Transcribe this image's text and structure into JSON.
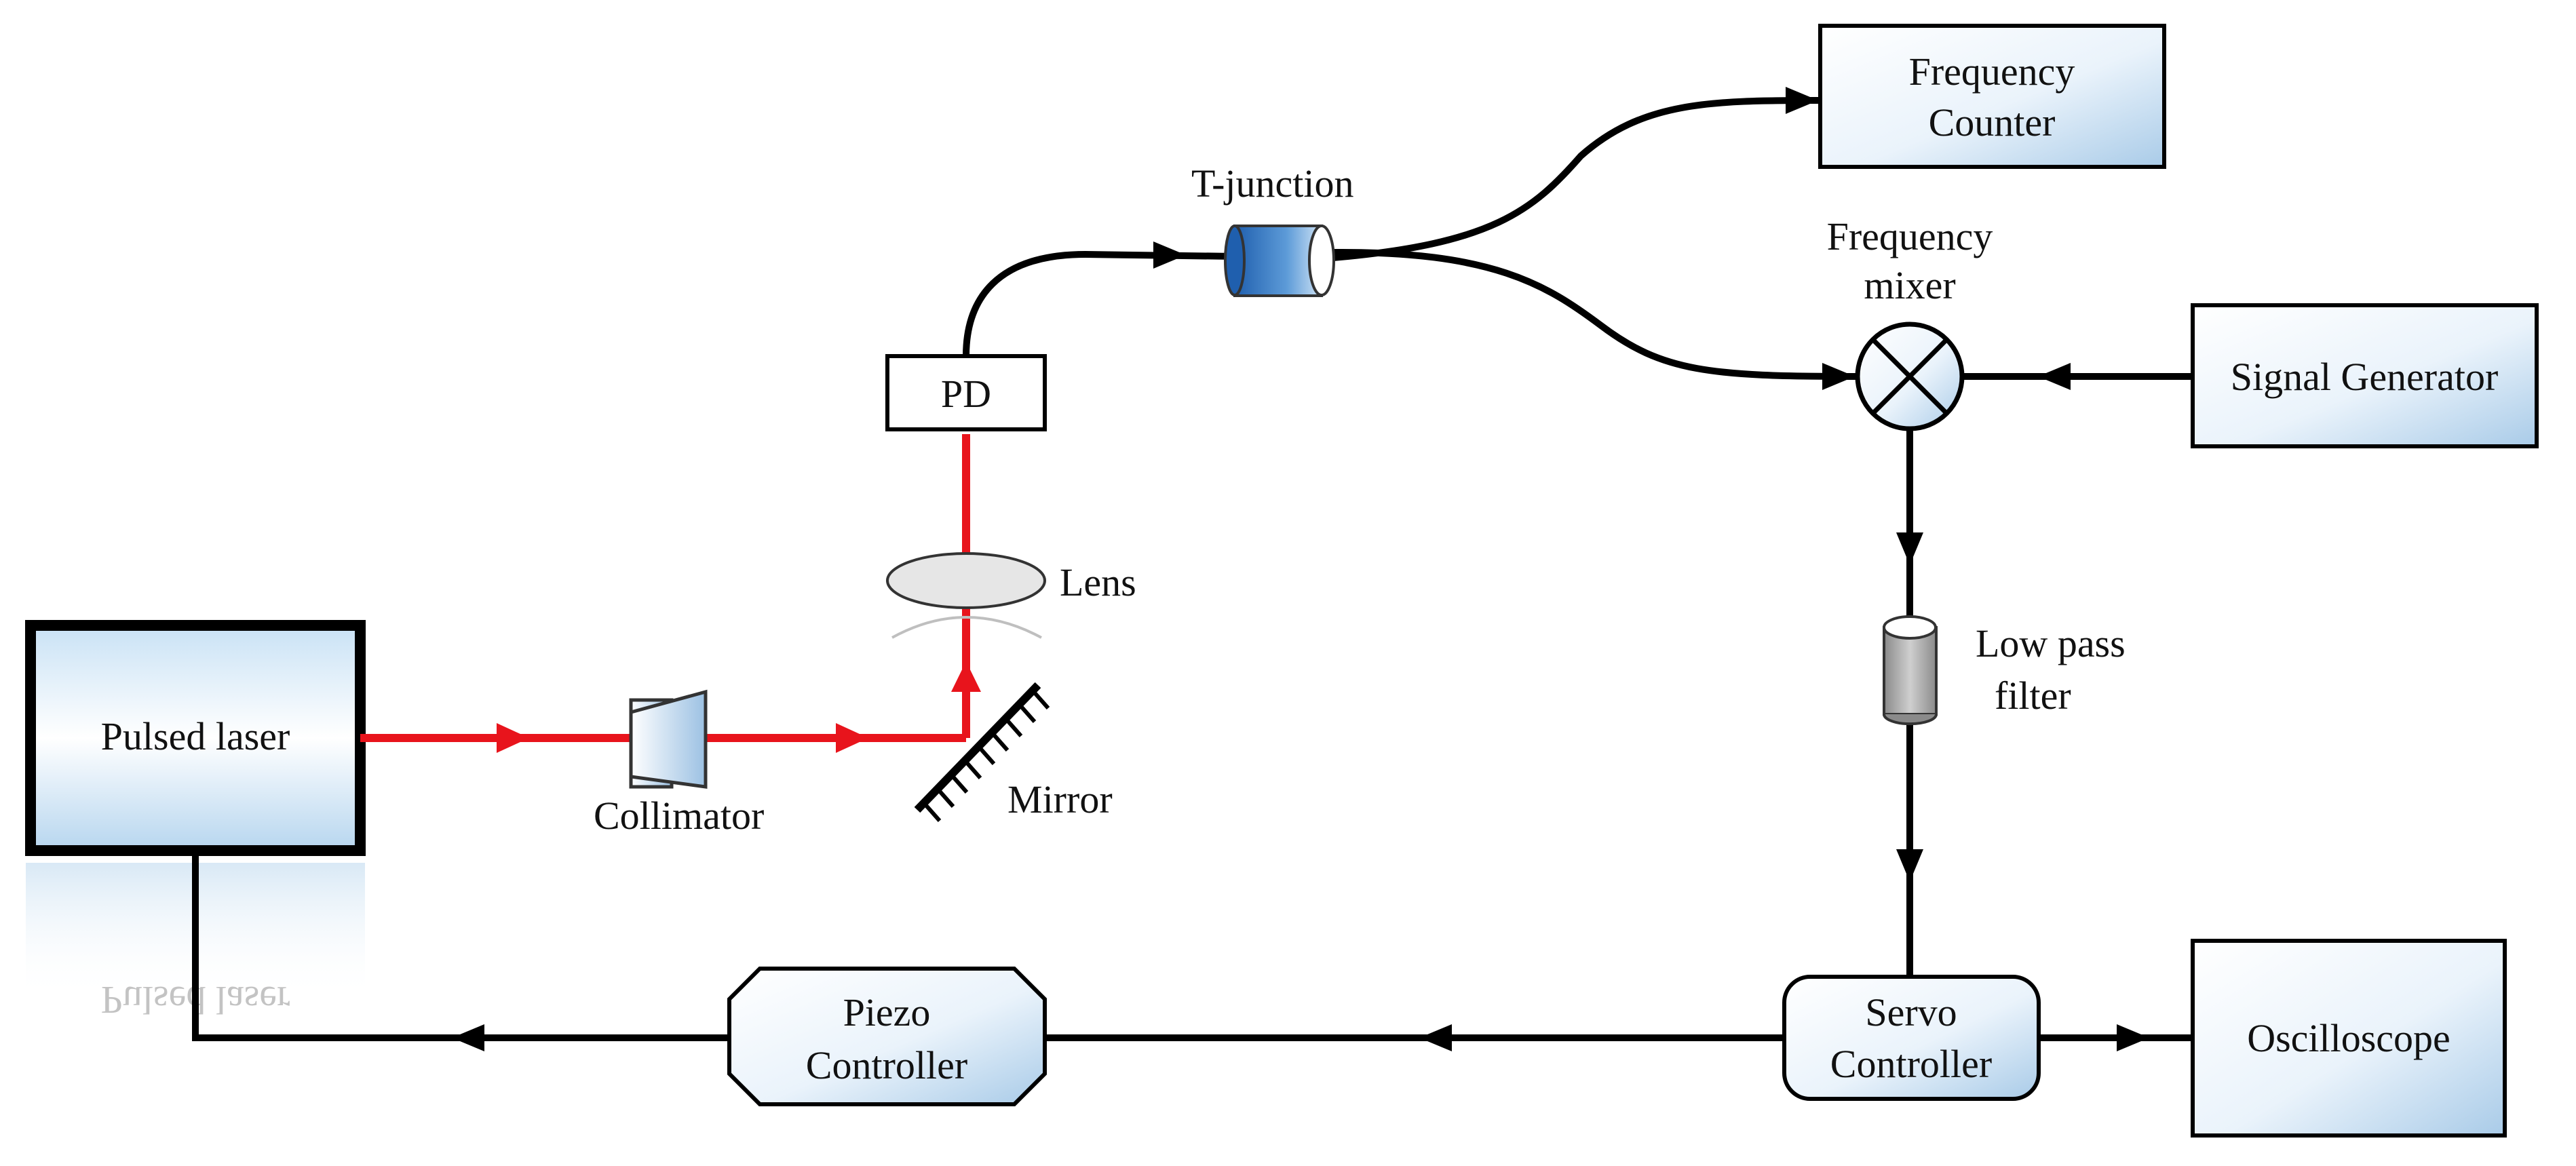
{
  "components": {
    "pulsed_laser": "Pulsed laser",
    "pulsed_laser_reflection": "Pulsed laser",
    "collimator": "Collimator",
    "mirror": "Mirror",
    "lens": "Lens",
    "pd": "PD",
    "t_junction": "T-junction",
    "frequency_counter": [
      "Frequency",
      "Counter"
    ],
    "frequency_mixer": [
      "Frequency",
      "mixer"
    ],
    "signal_generator": "Signal Generator",
    "low_pass_filter": [
      "Low pass",
      "filter"
    ],
    "servo_controller": [
      "Servo",
      "Controller"
    ],
    "oscilloscope": "Oscilloscope",
    "piezo_controller": [
      "Piezo",
      "Controller"
    ]
  },
  "colors": {
    "beam": "#e8141c",
    "wire": "#000000",
    "box_gradient_light": "#ffffff",
    "box_gradient_dark": "#a9cbe8",
    "t_junction_fill": "#3f7fc7",
    "filter_fill": "#a0a0a0"
  }
}
